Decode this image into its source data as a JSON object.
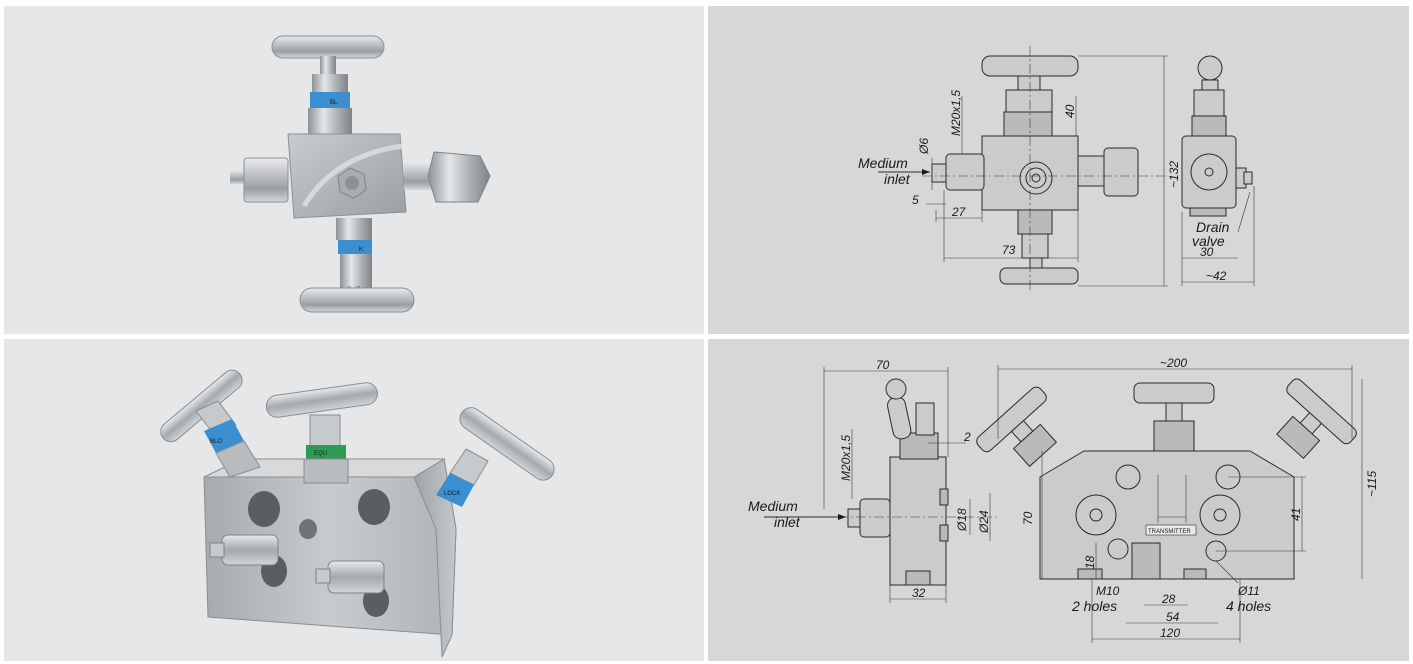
{
  "top_drawing": {
    "inlet_label_line1": "Medium",
    "inlet_label_line2": "inlet",
    "thread": "M20x1,5",
    "d6": "Ø6",
    "d40": "40",
    "d5": "5",
    "d27": "27",
    "d73": "73",
    "d132": "~132",
    "drain_line1": "Drain",
    "drain_line2": "valve",
    "d30": "30",
    "d42": "~42"
  },
  "bottom_drawing": {
    "d70_top": "70",
    "thread": "M20x1,5",
    "d2": "2",
    "d18": "Ø18",
    "d24": "Ø24",
    "inlet_label_line1": "Medium",
    "inlet_label_line2": "inlet",
    "d32": "32",
    "d200": "~200",
    "d115": "~115",
    "d70_left": "70",
    "d41": "41",
    "d18_height": "18",
    "transmitter": "TRANSMITTER",
    "m10": "M10",
    "two_holes": "2 holes",
    "d28": "28",
    "d54": "54",
    "d120": "120",
    "d11": "Ø11",
    "four_holes": "4 holes"
  },
  "colors": {
    "photo_bg": "#e5e7e9",
    "drawing_bg": "#d5d7d9",
    "steel": "#c0c3c6",
    "block_ring": "#3b8fd0",
    "equal_ring": "#2e9a55"
  },
  "photo_labels": {
    "ring_top": "BL",
    "ring_bottom": "K",
    "ring_left": "BLO",
    "ring_middle": "EQU",
    "ring_right": "LOCK"
  }
}
